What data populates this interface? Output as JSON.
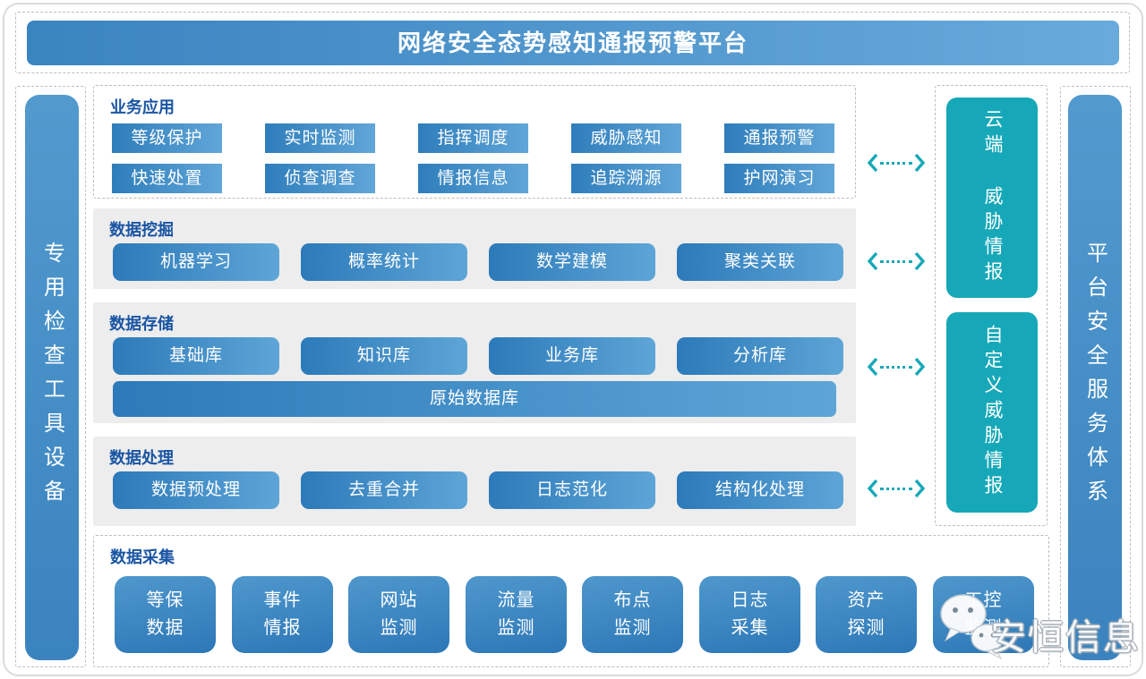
{
  "title": "网络安全态势感知通报预警平台",
  "left_sidebar": {
    "label": "专用检查工具设备"
  },
  "right_sidebar": {
    "label": "平台安全服务体系"
  },
  "business": {
    "header": "业务应用",
    "row1": [
      "等级保护",
      "实时监测",
      "指挥调度",
      "威胁感知",
      "通报预警"
    ],
    "row2": [
      "快速处置",
      "侦查调查",
      "情报信息",
      "追踪溯源",
      "护网演习"
    ]
  },
  "mining": {
    "header": "数据挖掘",
    "items": [
      "机器学习",
      "概率统计",
      "数学建模",
      "聚类关联"
    ]
  },
  "storage": {
    "header": "数据存储",
    "items": [
      "基础库",
      "知识库",
      "业务库",
      "分析库"
    ],
    "wide_item": "原始数据库"
  },
  "processing": {
    "header": "数据处理",
    "items": [
      "数据预处理",
      "去重合并",
      "日志范化",
      "结构化处理"
    ]
  },
  "collection": {
    "header": "数据采集",
    "items": [
      [
        "等保",
        "数据"
      ],
      [
        "事件",
        "情报"
      ],
      [
        "网站",
        "监测"
      ],
      [
        "流量",
        "监测"
      ],
      [
        "布点",
        "监测"
      ],
      [
        "日志",
        "采集"
      ],
      [
        "资产",
        "探测"
      ],
      [
        "工控",
        "监测"
      ]
    ]
  },
  "threat_intel": {
    "cloud": "云端 威胁情报",
    "custom": "自定义威胁情报"
  },
  "watermark": {
    "text": "安恒信息",
    "icon": "wechat-icon"
  },
  "colors": {
    "teal": "#16a8b8",
    "blue": "#3a84c0",
    "header_text": "#1a55a3",
    "section_bg": "#ededed"
  }
}
